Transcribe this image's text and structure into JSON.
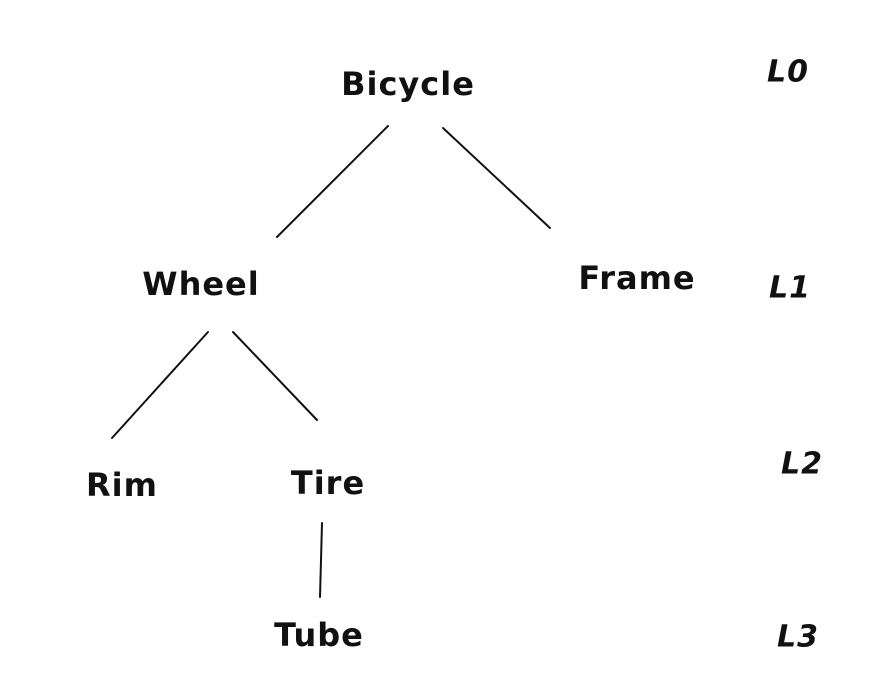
{
  "diagram": {
    "type": "tree",
    "ink_color": "#111111",
    "background_color": "#ffffff",
    "nodes": [
      {
        "id": "bicycle",
        "label": "Bicycle",
        "level": 0
      },
      {
        "id": "wheel",
        "label": "Wheel",
        "level": 1
      },
      {
        "id": "frame",
        "label": "Frame",
        "level": 1
      },
      {
        "id": "rim",
        "label": "Rim",
        "level": 2
      },
      {
        "id": "tire",
        "label": "Tire",
        "level": 2
      },
      {
        "id": "tube",
        "label": "Tube",
        "level": 3
      }
    ],
    "edges": [
      {
        "from": "Bicycle",
        "to": "Wheel"
      },
      {
        "from": "Bicycle",
        "to": "Frame"
      },
      {
        "from": "Wheel",
        "to": "Rim"
      },
      {
        "from": "Wheel",
        "to": "Tire"
      },
      {
        "from": "Tire",
        "to": "Tube"
      }
    ],
    "level_labels": [
      {
        "label": "L0"
      },
      {
        "label": "L1"
      },
      {
        "label": "L2"
      },
      {
        "label": "L3"
      }
    ]
  }
}
